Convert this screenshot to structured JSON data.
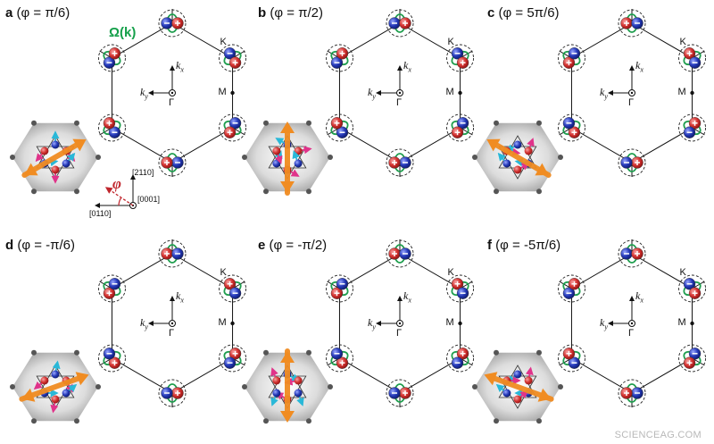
{
  "figure": {
    "omega_label": "Ω(k)",
    "watermark": "SCIENCEAG.COM",
    "directions": {
      "a": "[2110]",
      "b": "[0001]",
      "c": "[0110]"
    },
    "phi_symbol": "φ",
    "bz_labels": {
      "K": "K",
      "M": "M",
      "Gamma": "Γ",
      "kx": "k",
      "kx_sub": "x",
      "ky": "k",
      "ky_sub": "y"
    },
    "panels": [
      {
        "letter": "a",
        "angle": "(φ = π/6)",
        "signs": [
          "-",
          "+",
          "-",
          "+",
          "-",
          "+",
          "-",
          "+",
          "-",
          "+",
          "-",
          "+"
        ]
      },
      {
        "letter": "b",
        "angle": "(φ = π/2)",
        "signs": [
          "-",
          "+",
          "-",
          "+",
          "-",
          "+",
          "-",
          "+",
          "-",
          "+",
          "-",
          "+"
        ]
      },
      {
        "letter": "c",
        "angle": "(φ = 5π/6)",
        "signs": [
          "+",
          "-",
          "+",
          "-",
          "+",
          "-",
          "+",
          "-",
          "+",
          "-",
          "+",
          "-"
        ]
      },
      {
        "letter": "d",
        "angle": "(φ = -π/6)",
        "signs": [
          "+",
          "-",
          "+",
          "-",
          "+",
          "-",
          "+",
          "-",
          "+",
          "-",
          "+",
          "-"
        ]
      },
      {
        "letter": "e",
        "angle": "(φ = -π/2)",
        "signs": [
          "+",
          "-",
          "+",
          "-",
          "+",
          "-",
          "+",
          "-",
          "+",
          "-",
          "+",
          "-"
        ]
      },
      {
        "letter": "f",
        "angle": "(φ = -5π/6)",
        "signs": [
          "-",
          "+",
          "-",
          "+",
          "-",
          "+",
          "-",
          "+",
          "-",
          "+",
          "-",
          "+"
        ]
      }
    ],
    "colors": {
      "positive": "#c8282c",
      "negative": "#1c2fa8",
      "berry": "#1f9e4e",
      "spin": "#f08c22",
      "magenta": "#e0338a",
      "cyan": "#29b8d8"
    }
  }
}
